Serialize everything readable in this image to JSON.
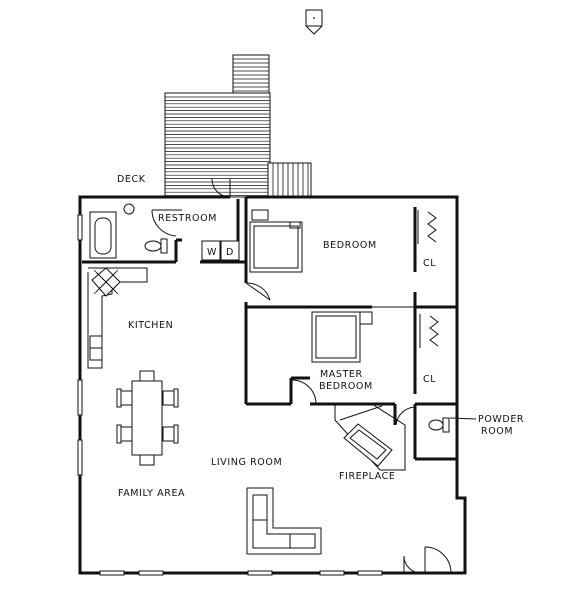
{
  "rooms": {
    "deck": "DECK",
    "restroom": "RESTROOM",
    "bedroom": "BEDROOM",
    "closet_1": "CL",
    "kitchen": "KITCHEN",
    "master_bedroom_line1": "MASTER",
    "master_bedroom_line2": "BEDROOM",
    "closet_2": "CL",
    "powder_room_line1": "POWDER",
    "powder_room_line2": "ROOM",
    "living_room": "LIVING ROOM",
    "fireplace": "FIREPLACE",
    "family_area": "FAMILY AREA"
  },
  "appliances": {
    "washer": "W",
    "dryer": "D"
  }
}
